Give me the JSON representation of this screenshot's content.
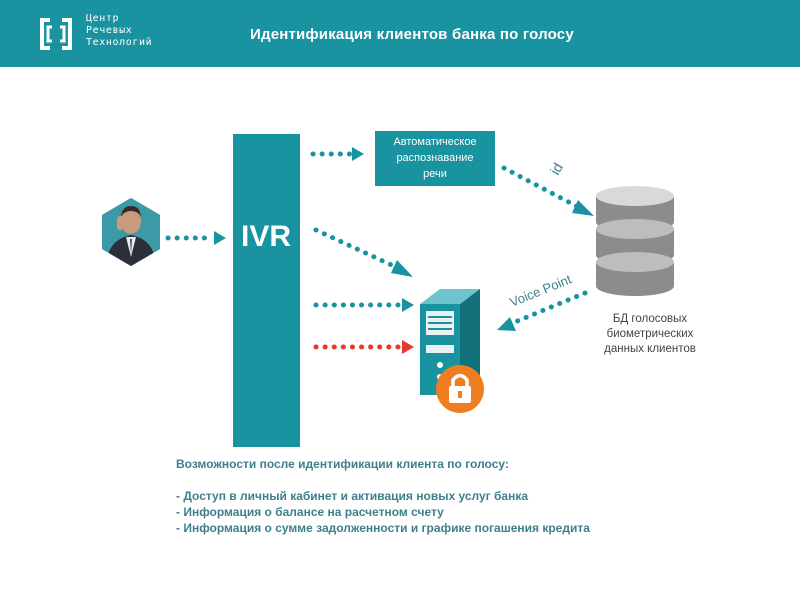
{
  "header": {
    "title": "Идентификация клиентов банка по голосу",
    "logo_lines": [
      "Центр",
      "Речевых",
      "Технологий"
    ]
  },
  "diagram": {
    "ivr_label": "IVR",
    "asr_label_lines": [
      "Автоматическое",
      "распознавание",
      "речи"
    ],
    "arrow_id_label": "id",
    "arrow_voicepoint_label": "Voice Point",
    "db_label_lines": [
      "БД голосовых",
      "биометрических",
      "данных клиентов"
    ]
  },
  "capabilities": {
    "title": "Возможности после идентификации клиента по голосу:",
    "items": [
      "- Доступ в личный кабинет и активация новых услуг банка",
      "- Информация о балансе на расчетном счету",
      "- Информация о сумме задолженности и графике погашения кредита"
    ]
  },
  "colors": {
    "teal": "#1a93a1",
    "arrow_red": "#e53a2f",
    "lock_orange": "#f07e21",
    "db_gray": "#8c8c8c",
    "text_teal": "#3e7f8c"
  },
  "icons": [
    "logo-bracket-icon",
    "person-photo",
    "server-icon",
    "lock-icon",
    "database-icon"
  ]
}
